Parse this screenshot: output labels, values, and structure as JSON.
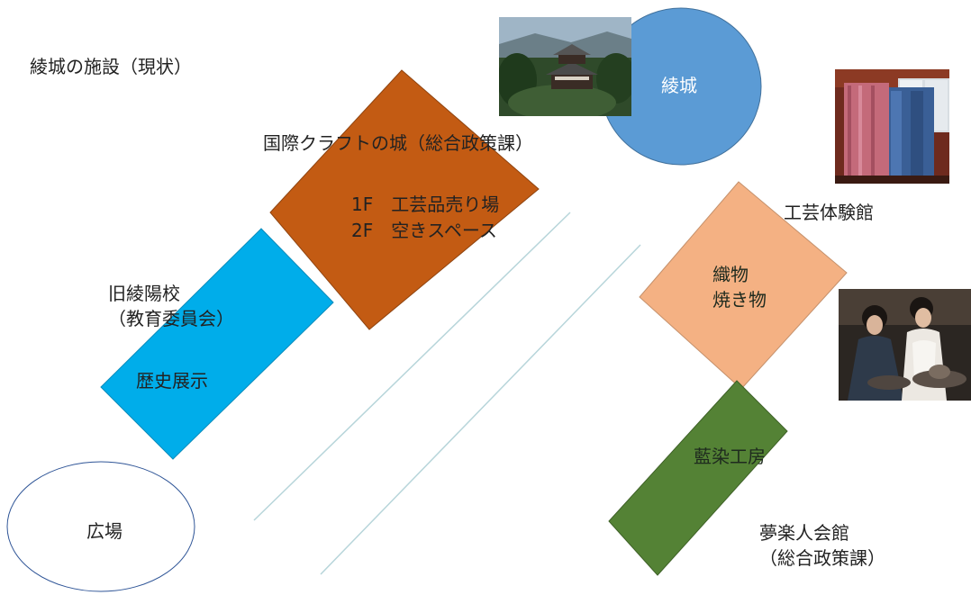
{
  "title": "綾城の施設（現状）",
  "colors": {
    "craft_castle": "#C35B13",
    "history": "#00ADEA",
    "castle_circle": "#5B9BD5",
    "experience": "#F4B183",
    "indigo": "#548235",
    "road": "#B7D5DA"
  },
  "facilities": {
    "castle": {
      "label": "綾城",
      "icon": "castle-photo"
    },
    "craft_castle": {
      "name": "国際クラフトの城（総合政策課）",
      "floors": [
        "1F　工芸品売り場",
        "2F　空きスペース"
      ]
    },
    "old_school": {
      "name": "旧綾陽校",
      "dept": "（教育委員会）",
      "content": "歴史展示"
    },
    "plaza": {
      "label": "広場"
    },
    "experience_hall": {
      "name": "工芸体験館",
      "items": [
        "織物",
        "焼き物"
      ],
      "icons": [
        "textile-photo",
        "pottery-photo"
      ]
    },
    "indigo_workshop": {
      "label": "藍染工房"
    },
    "yumeraku": {
      "name": "夢楽人会館",
      "dept": "（総合政策課）"
    }
  }
}
